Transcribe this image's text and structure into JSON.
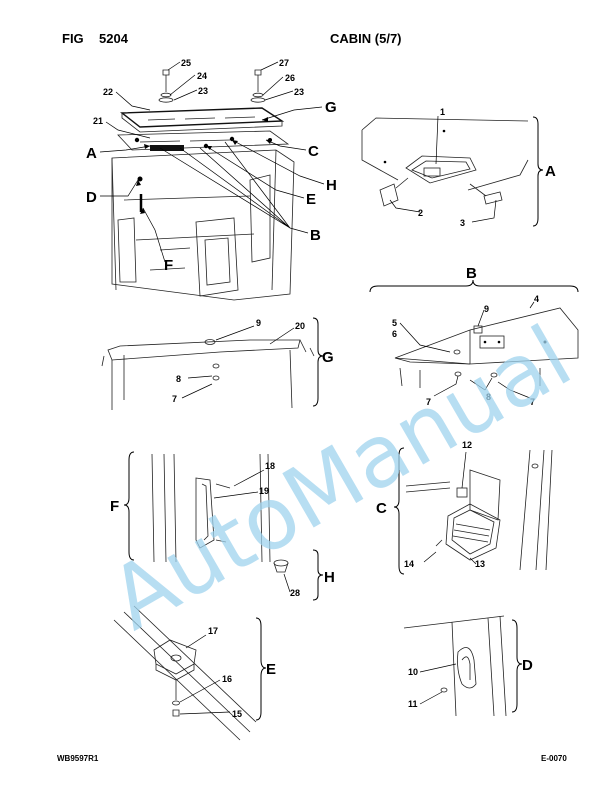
{
  "header": {
    "fig_label": "FIG",
    "fig_number": "5204",
    "title": "CABIN (5/7)"
  },
  "footer": {
    "left_code": "WB9597R1",
    "right_code": "E-0070"
  },
  "watermark": "AutoManual",
  "colors": {
    "watermark": "#9fd3ee",
    "line": "#222222"
  },
  "views": {
    "A": {
      "letter": "A",
      "parts": [
        "1",
        "2",
        "3"
      ]
    },
    "B": {
      "letter": "B",
      "parts": [
        "4",
        "5",
        "6",
        "7",
        "7",
        "8",
        "9"
      ]
    },
    "C": {
      "letter": "C",
      "parts": [
        "12",
        "13",
        "14"
      ]
    },
    "D": {
      "letter": "D",
      "parts": [
        "10",
        "11"
      ]
    },
    "E": {
      "letter": "E",
      "parts": [
        "15",
        "16",
        "17"
      ]
    },
    "F": {
      "letter": "F",
      "parts": [
        "18",
        "19"
      ]
    },
    "G": {
      "letter": "G",
      "parts": [
        "7",
        "8",
        "9",
        "20"
      ]
    },
    "H": {
      "letter": "H",
      "parts": [
        "28"
      ]
    }
  },
  "main": {
    "parts": [
      "21",
      "22",
      "23",
      "23",
      "24",
      "25",
      "26",
      "27"
    ],
    "callouts": [
      "A",
      "B",
      "C",
      "D",
      "E",
      "F",
      "G",
      "H"
    ]
  }
}
